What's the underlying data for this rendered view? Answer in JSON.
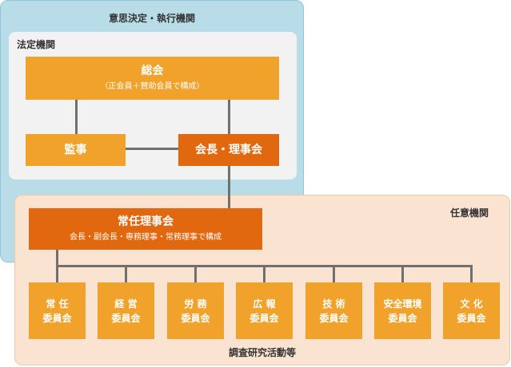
{
  "sections": {
    "decision": "意思決定・執行機関",
    "legal": "法定機関",
    "voluntary": "任意機関"
  },
  "nodes": {
    "general_assembly": {
      "title": "総会",
      "sub": "（正会員＋賛助会員で構成）"
    },
    "auditor": {
      "title": "監事"
    },
    "board": {
      "title": "会長・理事会"
    },
    "standing_board": {
      "title": "常任理事会",
      "sub": "会長・副会長・専務理事・常務理事で構成"
    }
  },
  "committees": [
    {
      "line1": "常 任",
      "line2": "委員会"
    },
    {
      "line1": "経 営",
      "line2": "委員会"
    },
    {
      "line1": "労 務",
      "line2": "委員会"
    },
    {
      "line1": "広 報",
      "line2": "委員会"
    },
    {
      "line1": "技 術",
      "line2": "委員会"
    },
    {
      "line1": "安全環境",
      "line2": "委員会"
    },
    {
      "line1": "文 化",
      "line2": "委員会"
    }
  ],
  "footer": "調査研究活動等",
  "colors": {
    "light_orange": "#f0a22a",
    "dark_orange": "#e2680f",
    "connector": "#707070"
  }
}
